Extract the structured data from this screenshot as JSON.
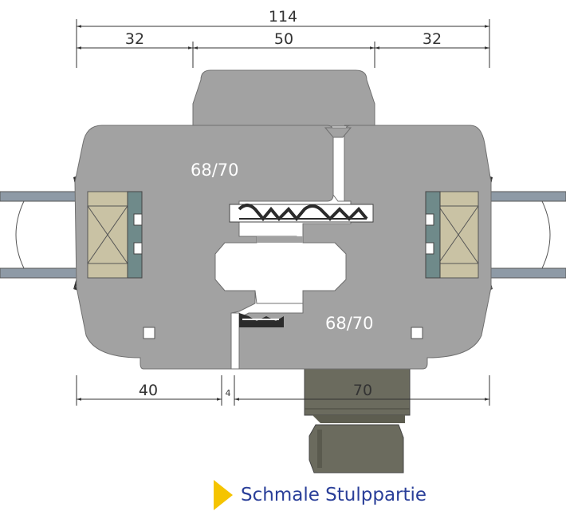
{
  "dimensions": {
    "overall": "114",
    "left": "32",
    "center": "50",
    "right": "32",
    "bottom_left": "40",
    "bottom_gap": "4",
    "bottom_right": "70"
  },
  "profiles": {
    "upper_label": "68/70",
    "lower_label": "68/70"
  },
  "caption": {
    "text": "Schmale Stulppartie"
  },
  "colors": {
    "profile": "#a2a2a2",
    "profile_outline": "#707070",
    "glass": "#8e9aa6",
    "glazing_bead": "#c9c2a4",
    "spacer": "#6f8a8a",
    "seal": "#2b2b2b",
    "hardware": "#6b6b5e",
    "caption_text": "#2a3f99",
    "caption_marker": "#f5c400"
  }
}
